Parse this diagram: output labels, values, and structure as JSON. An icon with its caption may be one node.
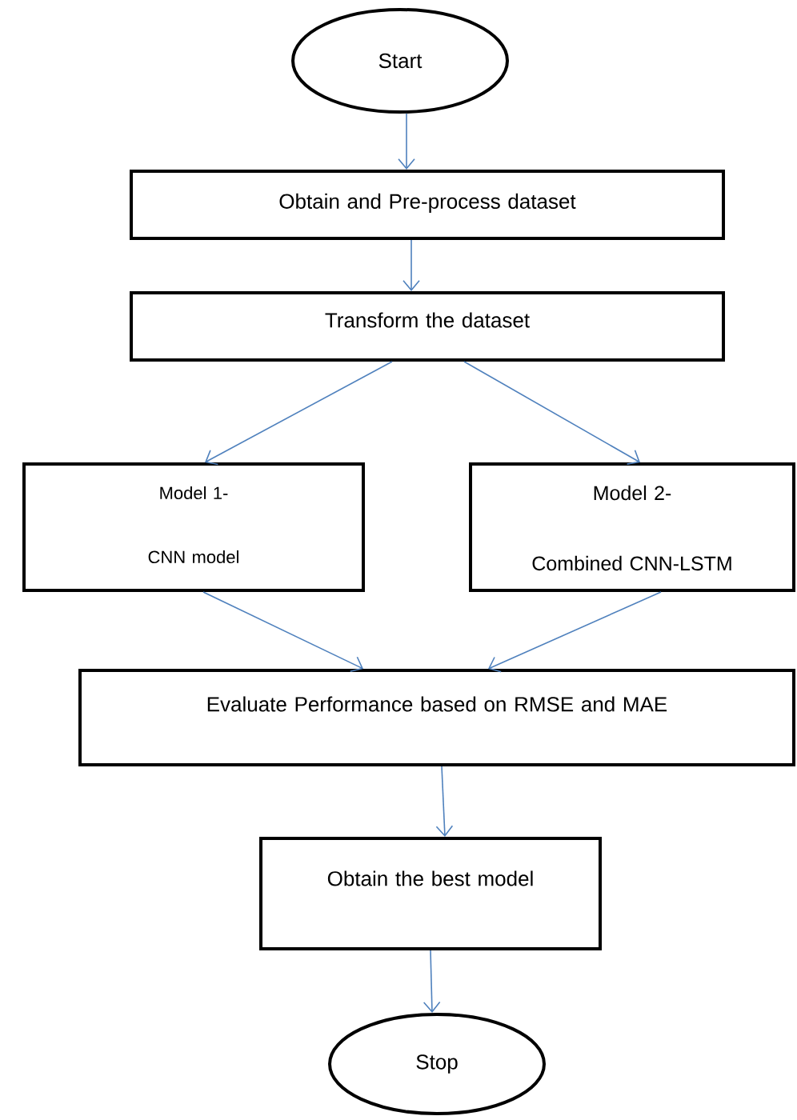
{
  "diagram": {
    "nodes": [
      {
        "text": [
          "Start"
        ]
      },
      {
        "text": [
          "Obtain and Pre-process dataset"
        ]
      },
      {
        "text": [
          "Transform the dataset"
        ]
      },
      {
        "text": [
          "Model 1-",
          "CNN model"
        ]
      },
      {
        "text": [
          "Model 2-",
          "Combined CNN-LSTM"
        ]
      },
      {
        "text": [
          "Evaluate Performance based on RMSE and MAE"
        ]
      },
      {
        "text": [
          "Obtain the best model"
        ]
      },
      {
        "text": [
          "Stop"
        ]
      }
    ],
    "edges": [
      {
        "from": 0,
        "to": 1,
        "arrow": "to"
      },
      {
        "from": 1,
        "to": 2,
        "arrow": "to"
      },
      {
        "from": 2,
        "to": 3,
        "arrow": "to"
      },
      {
        "from": 2,
        "to": 4,
        "arrow": "to"
      },
      {
        "from": 3,
        "to": 5,
        "arrow": "to"
      },
      {
        "from": 4,
        "to": 5,
        "arrow": "to"
      },
      {
        "from": 5,
        "to": 6,
        "arrow": "to"
      },
      {
        "from": 6,
        "to": 7,
        "arrow": "to"
      }
    ]
  }
}
